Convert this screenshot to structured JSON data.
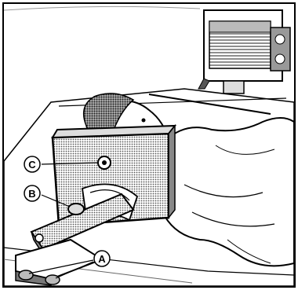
{
  "callouts": {
    "a": "A",
    "b": "B",
    "c": "C"
  },
  "colors": {
    "ink": "#000000",
    "paper": "#ffffff",
    "shade": "#7a7a7a",
    "light_shade": "#c8c8c8"
  }
}
